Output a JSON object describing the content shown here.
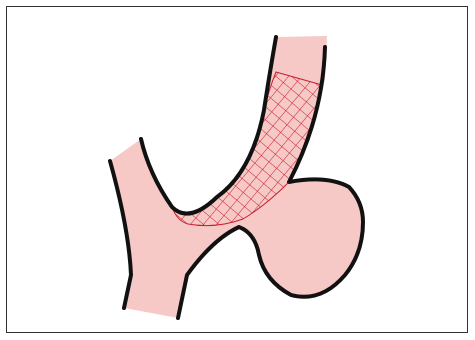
{
  "diagram": {
    "colors": {
      "tissue_fill": "#f6c9c6",
      "outline": "#111111",
      "mesh": "#c81e2e",
      "border": "#333333",
      "background": "#ffffff"
    },
    "parts": [
      "esophagus",
      "stomach",
      "duodenum",
      "mesh-region"
    ]
  }
}
